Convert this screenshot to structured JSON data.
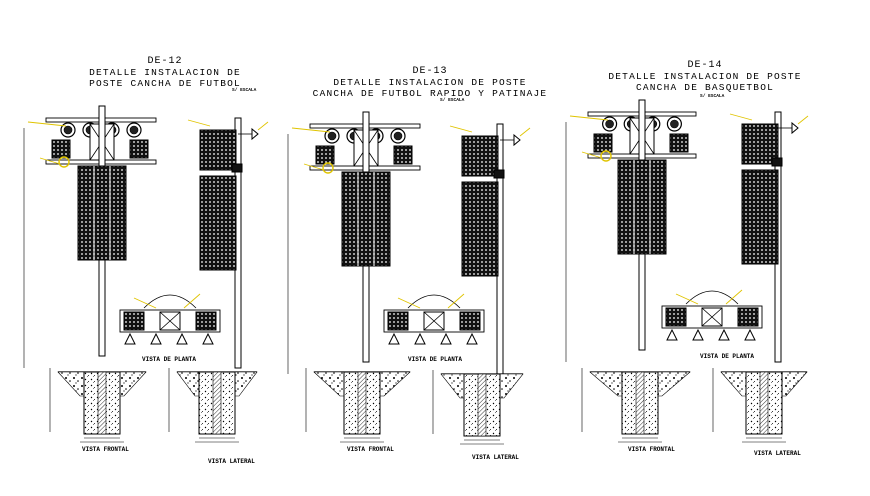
{
  "details": [
    {
      "code": "DE-12",
      "title_line1": "DETALLE INSTALACION DE",
      "title_line2": "POSTE CANCHA DE FUTBOL",
      "scale": "S/ ESCALA",
      "view_front": "VISTA FRONTAL",
      "view_side": "VISTA LATERAL",
      "view_plan": "VISTA DE PLANTA"
    },
    {
      "code": "DE-13",
      "title_line1": "DETALLE INSTALACION DE POSTE",
      "title_line2": "CANCHA DE FUTBOL RAPIDO Y PATINAJE",
      "scale": "S/ ESCALA",
      "view_front": "VISTA FRONTAL",
      "view_side": "VISTA LATERAL",
      "view_plan": "VISTA DE PLANTA"
    },
    {
      "code": "DE-14",
      "title_line1": "DETALLE INSTALACION DE POSTE",
      "title_line2": "CANCHA DE BASQUETBOL",
      "scale": "S/ ESCALA",
      "view_front": "VISTA FRONTAL",
      "view_side": "VISTA LATERAL",
      "view_plan": "VISTA DE PLANTA"
    }
  ],
  "colors": {
    "line": "#000000",
    "accent": "#e0c400"
  }
}
